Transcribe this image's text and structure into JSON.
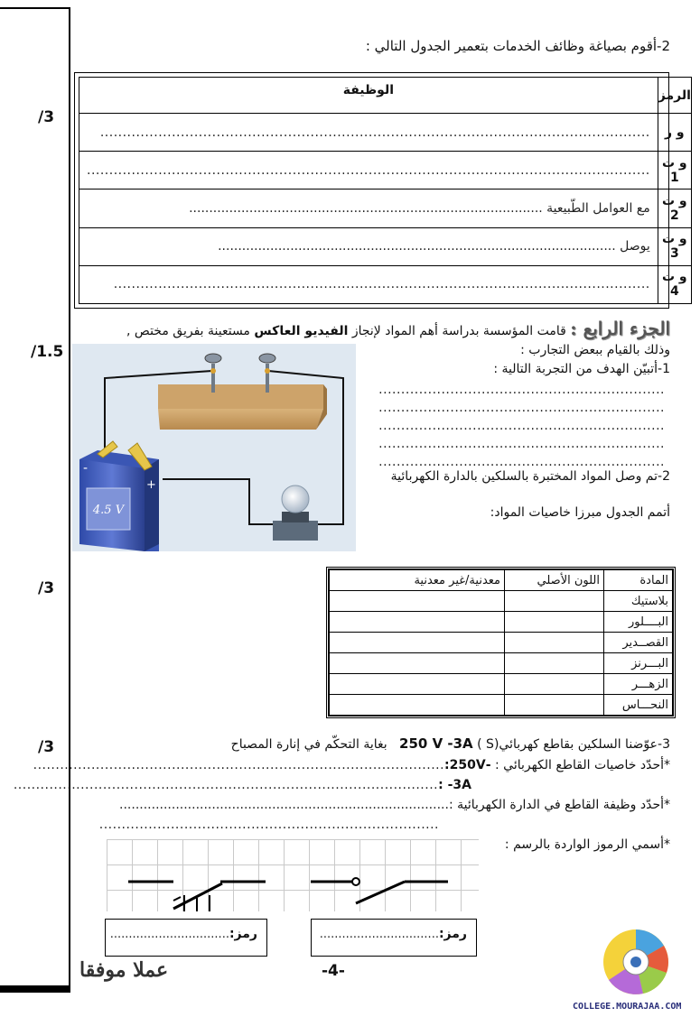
{
  "margin": {
    "scores": [
      "/3",
      "/1.5",
      "/3",
      "/3"
    ]
  },
  "q2": {
    "title": "2-أقوم بصياغة وظائف الخدمات بتعمير الجدول التالي :",
    "table": {
      "header": {
        "symbol": "الرمز",
        "function": "الوظيفة"
      },
      "rows": [
        {
          "symbol": "و ر",
          "text": "..........................................................................................................................."
        },
        {
          "symbol": "و ت 1",
          "text": ".............................................................................................................................."
        },
        {
          "symbol": "و ت 2",
          "text": "مع العوامل الطّبيعية ........................................................................................"
        },
        {
          "symbol": "و ت 3",
          "text": "يوصل ..................................................................................................."
        },
        {
          "symbol": "و ت 4",
          "text": "........................................................................................................................"
        }
      ]
    }
  },
  "part4": {
    "title": "الجزء الرابع :",
    "intro_line1": "قامت المؤسسة بدراسة أهم المواد لإنجاز",
    "intro_bold": "الفيديو العاكس",
    "intro_line1_end": "مستعينة بفريق مختص ,",
    "intro_line2": "وذلك بالقيام ببعض التجارب :",
    "q1": "1-أتبيّن الهدف من التجربة التالية :",
    "answer_lines": [
      "..............................................................................",
      "..............................................................................",
      "...............................................................................",
      "..............................................................................",
      "..............................................................................."
    ],
    "q2": "2-تم وصل المواد المختبرة بالسلكين بالدارة الكهربائية",
    "q2_sub": "أتمم الجدول مبرزا خاصيات المواد:",
    "battery_label": "4.5 V",
    "battery_minus": "-",
    "battery_plus": "+",
    "materials_table": {
      "headers": [
        "المادة",
        "اللون الأصلي",
        "معدنية/غير معدنية"
      ],
      "rows": [
        "بلاستيك",
        "البــــلور",
        "القصــدير",
        "البـــرنز",
        "الزهـــر",
        "النحـــاس"
      ]
    }
  },
  "q3": {
    "line1_a": "3-عوّضنا السلكين بقاطع كهربائي",
    "line1_b": "(S )",
    "line1_spec": "250 V -3A",
    "line1_c": "بغاية التحكّم في إنارة المصباح",
    "prop_label": "*أحدّد خاصيات القاطع الكهربائي :",
    "prop1_key": "-250V:",
    "prop1_dots": "............................................................................................",
    "prop2_key": "3A- :",
    "prop2_dots": "...............................................................................................",
    "func_label": "*أحدّد وظيفة القاطع في الدارة الكهربائية :",
    "func_dots1": "..................................................................................",
    "func_dots2": ".......................................................................................................",
    "symbols_label": "*أسمي الرموز الواردة بالرسم :",
    "symbol_box_label": "رمز:",
    "symbol_box_dots": "................................"
  },
  "footer": {
    "page": "-4-",
    "motto": "عملا موفقا",
    "logo_text": "COLLEGE.MOURAJAA.COM"
  }
}
